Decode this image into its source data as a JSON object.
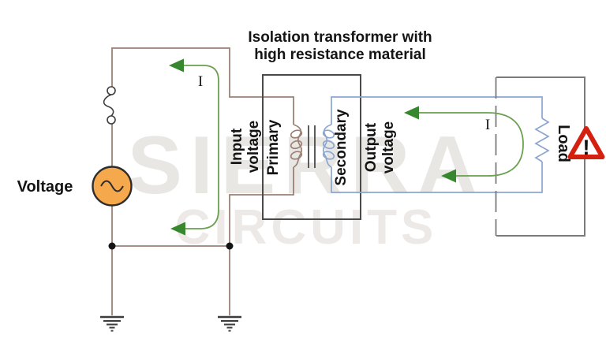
{
  "diagram": {
    "title_line1": "Isolation transformer with",
    "title_line2": "high resistance material",
    "source_label": "Voltage",
    "input_label_line1": "Input",
    "input_label_line2": "voltage",
    "primary_label": "Primary",
    "secondary_label": "Secondary",
    "output_label_line1": "Output",
    "output_label_line2": "voltage",
    "load_label": "Load",
    "current_label_left": "I",
    "current_label_right": "I",
    "warning_mark": "!"
  },
  "watermark": {
    "line1": "SIERRA",
    "line2": "CIRCUITS"
  },
  "colors": {
    "wire_input_side": "#9b8175",
    "wire_output_side": "#8ba6d0",
    "current_line_green": "#6aa04e",
    "current_arrow_green": "#37872f",
    "source_fill_orange": "#f6a84d",
    "warning_red": "#d3200f",
    "transformer_box_dark": "#4a4a4a",
    "enclosure_gray": "#7b7b7b",
    "text_black": "#141414",
    "watermark_gray": "#e9e7e4"
  }
}
